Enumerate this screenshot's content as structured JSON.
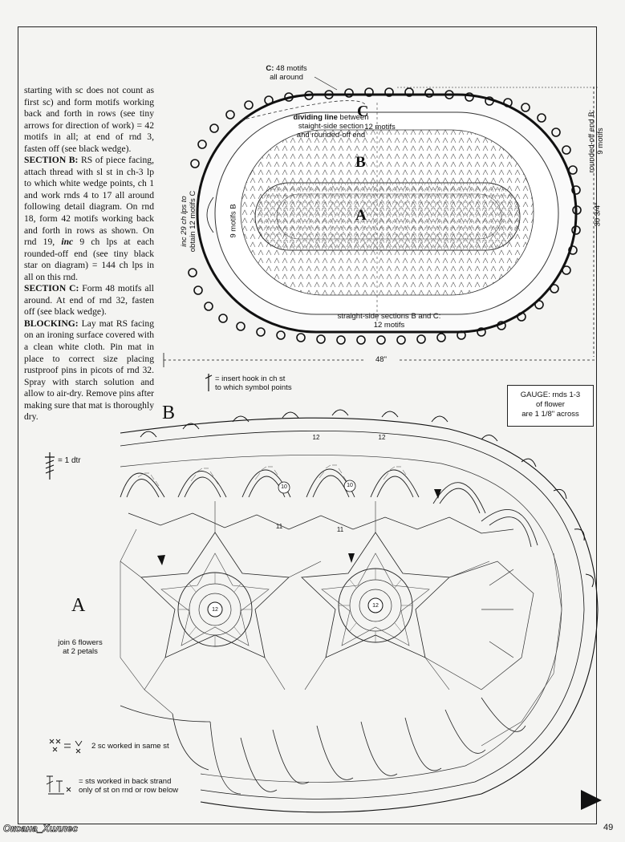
{
  "text": {
    "para1": "starting with sc does not count as first sc) and form motifs working back and forth in rows (see tiny arrows for direction of work) = 42 motifs in all; at end of rnd 3, fasten off (see black wedge).",
    "sectionB_head": "SECTION B:",
    "sectionB_body": " RS of piece facing, attach thread with sl st in ch-3 lp to which white wedge points, ch 1 and work rnds 4 to 17 all around following detail diagram. On rnd 18, form 42 motifs working back and forth in rows as shown. On rnd 19, ",
    "sectionB_inc": "inc",
    "sectionB_body2": " 9 ch lps at each rounded-off end (see tiny black star on diagram) = 144 ch lps in all on this rnd.",
    "sectionC_head": "SECTION C:",
    "sectionC_body": " Form 48 motifs all around. At end of rnd 32, fasten off (see black wedge).",
    "blocking_head": "BLOCKING:",
    "blocking_body": " Lay mat RS facing on an ironing surface covered with a clean white cloth. Pin mat in place to correct size placing rustproof pins in picots of rnd 32. Spray with starch solution and allow to air-dry. Remove pins after making sure that mat is thoroughly dry."
  },
  "diagram": {
    "c_motifs_bold": "C:",
    "c_motifs": " 48 motifs",
    "c_motifs2": "all around",
    "dividing_bold": "dividing line",
    "dividing1": " between",
    "dividing2": "staight-side section",
    "dividing3": "and rounded-off end",
    "twelve_motifs": "12 motifs",
    "rounded_end": "rounded-off end B:",
    "rounded_end2": "9 motifs",
    "height": "30 3/4\"",
    "width": "48\"",
    "inc_label": "inc 29 ch lps to",
    "inc_label2": "obtain 12 motifs C",
    "nine_motifs": "9 motifs B",
    "straight1": "straight-side sections B and C:",
    "straight2": "12 motifs",
    "letter_a": "A",
    "letter_b": "B",
    "letter_c": "C"
  },
  "legend": {
    "insert_hook": "= insert hook in ch st",
    "insert_hook2": "to which symbol points",
    "dtr": "= 1 dtr",
    "sc2": "2 sc worked in same st",
    "back_strand": "= sts worked in back strand",
    "back_strand2": "only of st on rnd or row below",
    "join_flowers": "join 6 flowers",
    "join_flowers2": "at 2 petals"
  },
  "gauge": {
    "line1": "GAUGE: rnds 1-3",
    "line2": "of flower",
    "line3": "are 1 1/8\" across"
  },
  "detail": {
    "letter_b": "B",
    "letter_a": "A",
    "n12a": "12",
    "n12b": "12",
    "n11a": "11",
    "n11b": "11",
    "n10a": "10",
    "n10b": "10",
    "n12c": "12",
    "n12d": "12"
  },
  "footer": {
    "watermark": "Оксана_Хиллес",
    "page": "49"
  }
}
